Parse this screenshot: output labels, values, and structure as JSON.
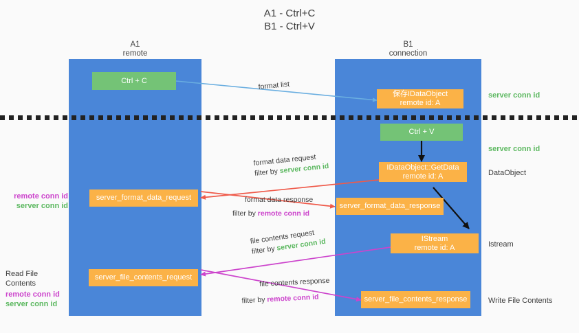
{
  "title": {
    "line1": "A1 - Ctrl+C",
    "line2": "B1 - Ctrl+V"
  },
  "columns": [
    {
      "name": "A1",
      "sub": "remote"
    },
    {
      "name": "B1",
      "sub": "connection"
    }
  ],
  "boxes": {
    "ctrl_c": "Ctrl + C",
    "ctrl_v": "Ctrl + V",
    "save_dataobject_l1": "保存IDataObject",
    "save_dataobject_l2": "remote id: A",
    "getdata_l1": "IDataObject::GetData",
    "getdata_l2": "remote id: A",
    "istream_l1": "IStream",
    "istream_l2": "remote id: A",
    "server_format_data_request": "server_format_data_request",
    "server_format_data_response": "server_format_data_response",
    "server_file_contents_request": "server_file_contents_request",
    "server_file_contents_response": "server_file_contents_response"
  },
  "arrow_labels": {
    "format_list": "format list",
    "format_data_request": "format data request",
    "format_data_request_filter_pre": "filter by ",
    "format_data_request_filter_key": "server conn id",
    "format_data_response": "format data response",
    "format_data_response_filter_pre": "filter by ",
    "format_data_response_filter_key": "remote conn id",
    "file_contents_request": "file contents request",
    "file_contents_request_filter_pre": "filter by ",
    "file_contents_request_filter_key": "server conn id",
    "file_contents_response": "file contents response",
    "file_contents_response_filter_pre": "filter by ",
    "file_contents_response_filter_key": "remote conn id"
  },
  "side_labels": {
    "server_conn_id_top": "server conn id",
    "server_conn_id_second": "server conn id",
    "dataobject": "DataObject",
    "istream": "Istream",
    "write_file_contents": "Write File Contents",
    "read_file_contents": "Read File Contents",
    "remote_conn_id": "remote conn id",
    "server_conn_id": "server conn id"
  },
  "colors": {
    "lane": "#4a86d8",
    "green_box": "#74c376",
    "orange_box": "#fbb247",
    "green_text": "#5cb860",
    "magenta_text": "#cc44cc",
    "blue_arrow": "#6aaee0",
    "red_arrow": "#ef5a4a",
    "magenta_arrow": "#cc44cc",
    "black_arrow": "#000000",
    "background": "#fafafa"
  }
}
